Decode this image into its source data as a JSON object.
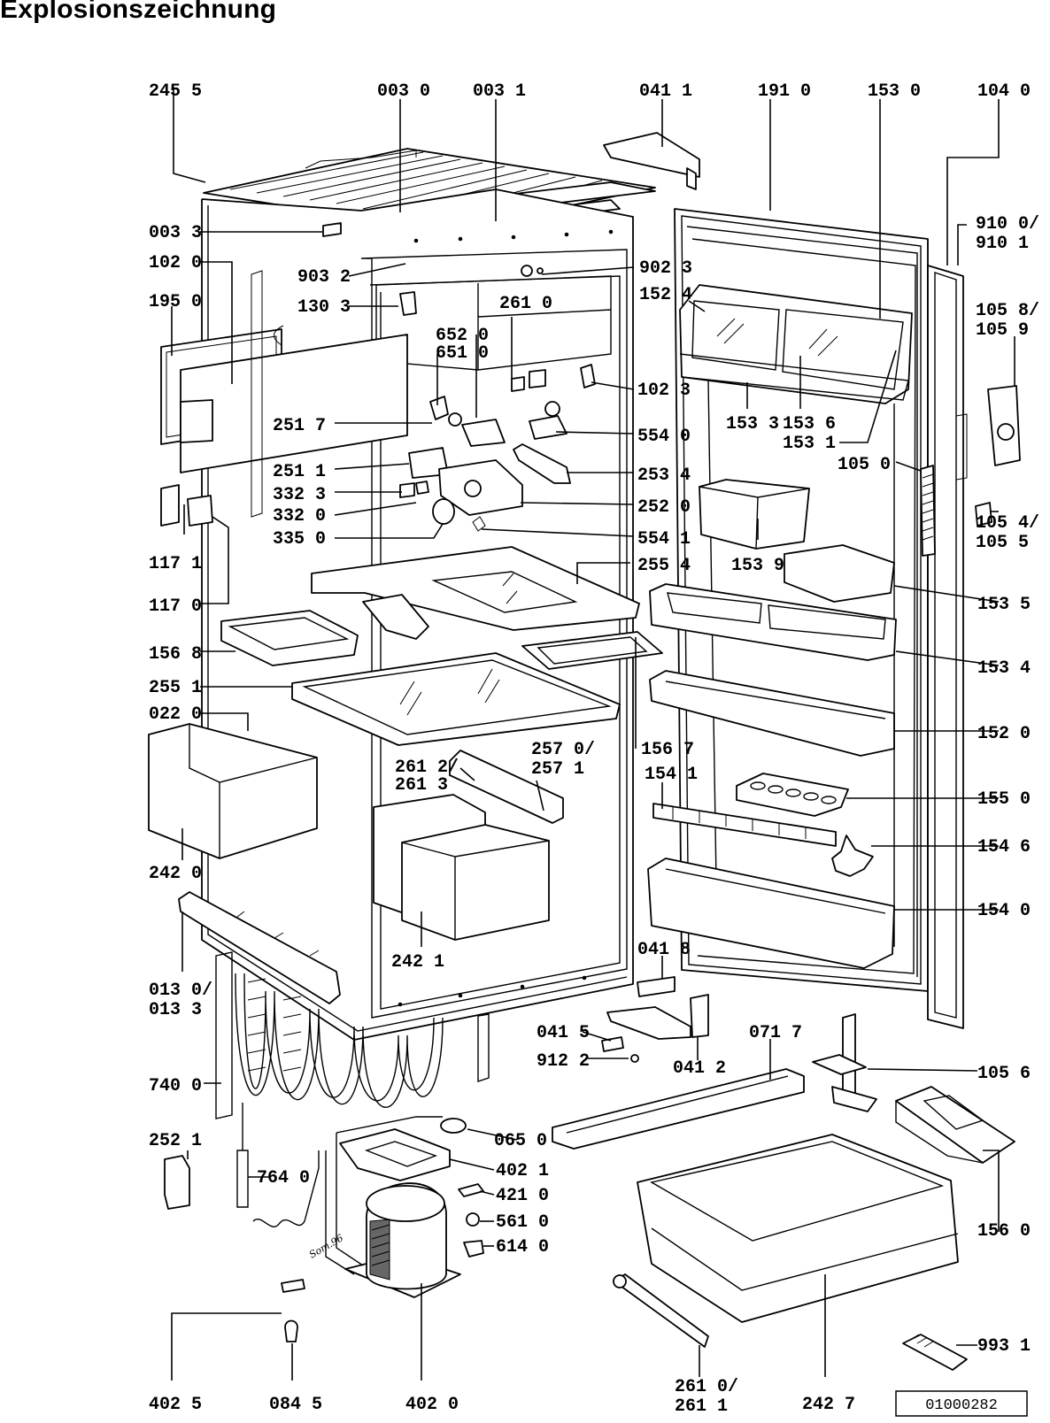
{
  "title": "Explosionszeichnung",
  "ref_box": "01000282",
  "signature": "Som.96",
  "labels": {
    "l2455": "245 5",
    "l0030": "003 0",
    "l0031": "003 1",
    "l0411": "041 1",
    "l1910": "191 0",
    "l1530": "153 0",
    "l1040": "104 0",
    "l0033": "003 3",
    "l1020": "102 0",
    "l1950": "195 0",
    "l9032": "903 2",
    "l1303": "130 3",
    "l9023": "902 3",
    "l1524": "152 4",
    "l9100": "910 0/",
    "l9101": "910 1",
    "l1058": "105 8/",
    "l1059": "105 9",
    "l6520": "652 0",
    "l6510": "651 0",
    "l2610": "261 0",
    "l1023": "102 3",
    "l2517": "251 7",
    "l5540": "554 0",
    "l1533": "153 3",
    "l1536": "153 6",
    "l1531": "153 1",
    "l1050": "105 0",
    "l2511": "251 1",
    "l2534": "253 4",
    "l3323": "332 3",
    "l3320": "332 0",
    "l2520": "252 0",
    "l3350": "335 0",
    "l5541": "554 1",
    "l1539": "153 9",
    "l1054": "105 4/",
    "l1055": "105 5",
    "l1171": "117 1",
    "l2554": "255 4",
    "l1535": "153 5",
    "l1170": "117 0",
    "l1568": "156 8",
    "l1534": "153 4",
    "l2551": "255 1",
    "l0220": "022 0",
    "l1520": "152 0",
    "l2612": "261 2/",
    "l2613": "261 3",
    "l2570": "257 0/",
    "l2571": "257 1",
    "l1567": "156 7",
    "l1541": "154 1",
    "l1550": "155 0",
    "l2420": "242 0",
    "l1546": "154 6",
    "l1540": "154 0",
    "l2421": "242 1",
    "l0418": "041 8",
    "l0130": "013 0/",
    "l0133": "013 3",
    "l0415": "041 5",
    "l9122": "912 2",
    "l0412": "041 2",
    "l0717": "071 7",
    "l1056": "105 6",
    "l7400": "740 0",
    "l0650": "065 0",
    "l2521": "252 1",
    "l4021": "402 1",
    "l7640": "764 0",
    "l4210": "421 0",
    "l5610": "561 0",
    "l6140": "614 0",
    "l1560": "156 0",
    "l9931": "993 1",
    "l4025": "402 5",
    "l0845": "084 5",
    "l4020": "402 0",
    "l2610b": "261 0/",
    "l2611": "261 1",
    "l2427": "242 7"
  }
}
